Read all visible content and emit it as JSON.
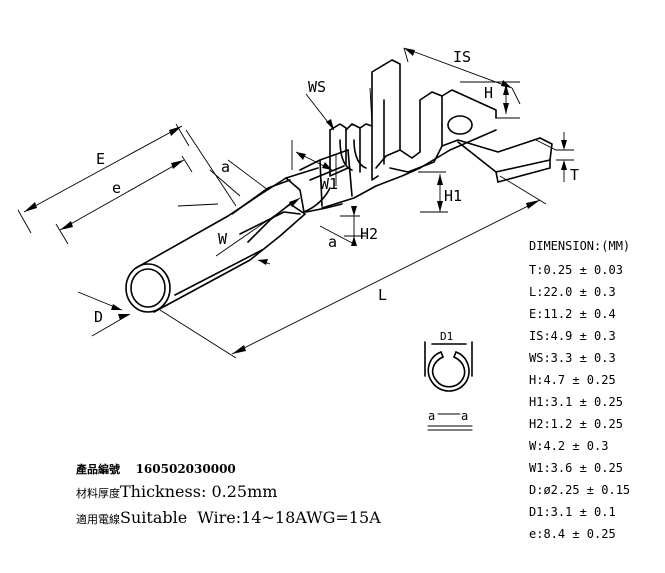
{
  "dimension_labels": {
    "IS": "IS",
    "H": "H",
    "WS": "WS",
    "E": "E",
    "e": "e",
    "a_top": "a",
    "W1": "W1",
    "T": "T",
    "H1": "H1",
    "H2": "H2",
    "a_bottom": "a",
    "W": "W",
    "L": "L",
    "D": "D",
    "D1": "D1",
    "section_a1": "a",
    "section_a2": "a"
  },
  "specs": {
    "title": "DIMENSION:(MM)",
    "items": [
      "T:0.25 ± 0.03",
      "L:22.0 ± 0.3",
      "E:11.2 ± 0.4",
      "IS:4.9 ± 0.3",
      "WS:3.3 ± 0.3",
      "H:4.7 ± 0.25",
      "H1:3.1 ± 0.25",
      "H2:1.2 ± 0.25",
      "W:4.2 ± 0.3",
      "W1:3.6 ± 0.25",
      "D:ø2.25 ± 0.15",
      "D1:3.1 ± 0.1",
      "e:8.4 ± 0.25"
    ]
  },
  "product_info": {
    "code_label": "產品編號",
    "code_value": "160502030000",
    "thickness_label_cn": "材料厚度",
    "thickness_label_en": "Thickness:",
    "thickness_value": "0.25mm",
    "wire_label_cn": "適用電線",
    "wire_label_en": "Suitable  Wire:",
    "wire_value": "14~18AWG=15A"
  }
}
